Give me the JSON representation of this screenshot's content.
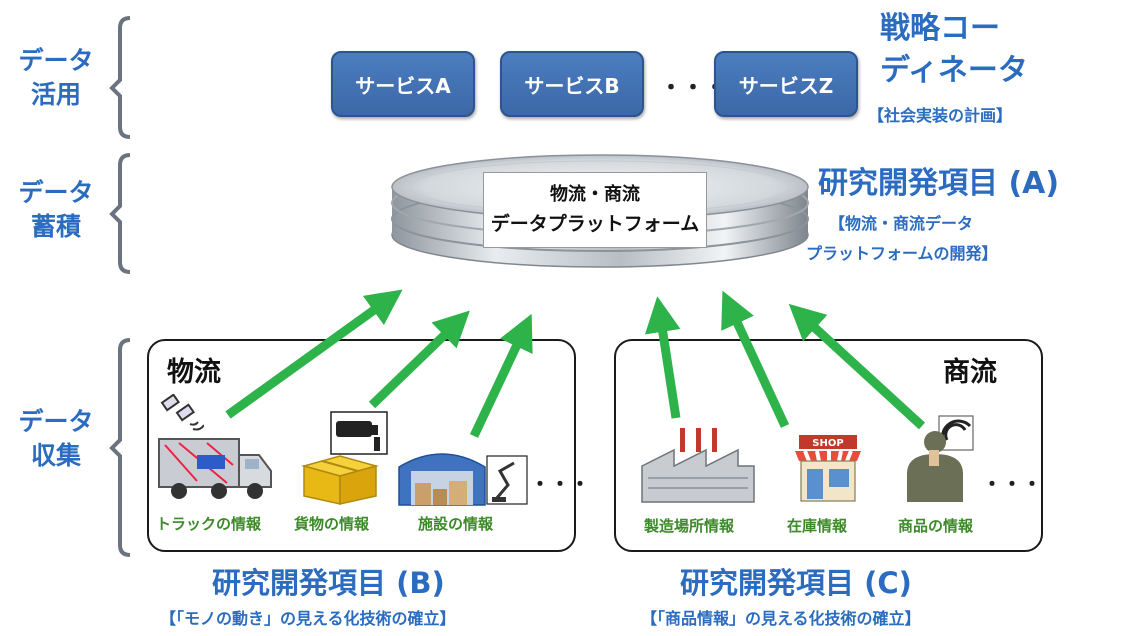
{
  "stages": {
    "use": [
      "データ",
      "活用"
    ],
    "store": [
      "データ",
      "蓄積"
    ],
    "collect": [
      "データ",
      "収集"
    ]
  },
  "services": [
    "サービスA",
    "サービスB",
    "サービスZ"
  ],
  "services_ellipsis": "・・・",
  "coordinator": {
    "line1": "戦略コー",
    "line2": "ディネータ",
    "sub": "【社会実装の計画】"
  },
  "platform": {
    "line1": "物流・商流",
    "line2": "データプラットフォーム"
  },
  "item_a": {
    "title": "研究開発項目 (A)",
    "sub1": "【物流・商流データ",
    "sub2": "プラットフォームの開発】"
  },
  "logistics": {
    "title": "物流",
    "labels": [
      "トラックの情報",
      "貨物の情報",
      "施設の情報"
    ],
    "ellipsis": "・・・"
  },
  "commerce": {
    "title": "商流",
    "labels": [
      "製造場所情報",
      "在庫情報",
      "商品の情報"
    ],
    "ellipsis": "・・・",
    "shop_sign": "SHOP"
  },
  "item_b": {
    "title": "研究開発項目 (B)",
    "sub": "【「モノの動き」の見える化技術の確立】"
  },
  "item_c": {
    "title": "研究開発項目 (C)",
    "sub": "【「商品情報」の見える化技術の確立】"
  },
  "colors": {
    "stage_blue": "#2c6cc0",
    "service_fill": "#4472b4",
    "arrow_green": "#2eb34a",
    "label_green": "#3d8a2a"
  }
}
